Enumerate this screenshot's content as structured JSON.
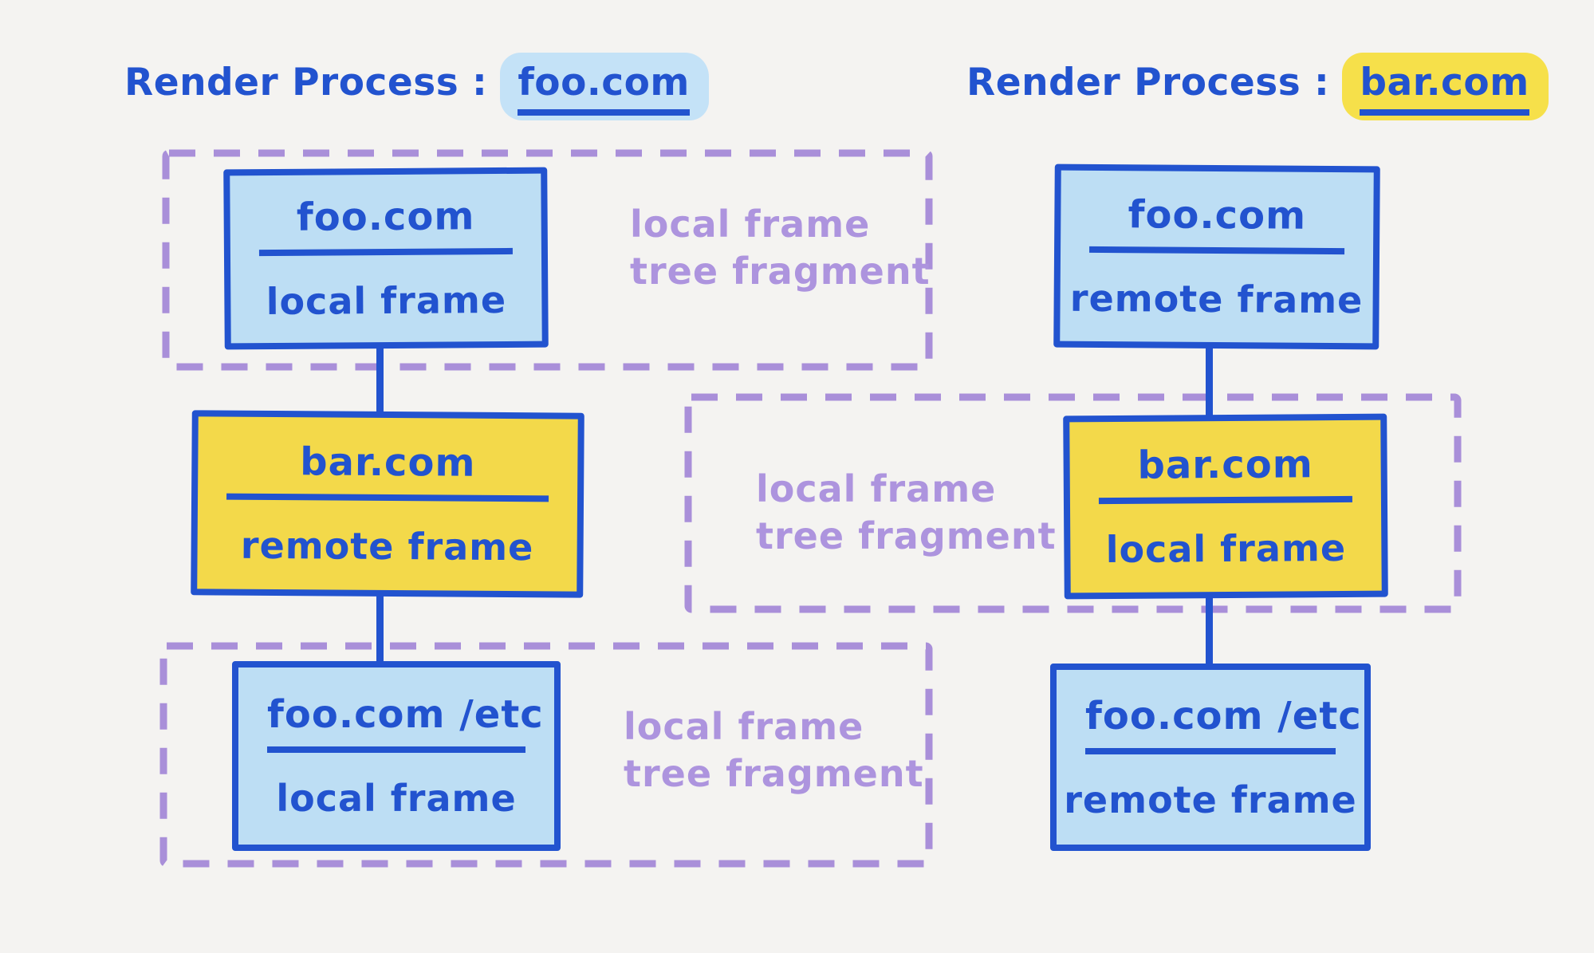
{
  "diagram": {
    "colors": {
      "background": "#f4f3f1",
      "ink_blue": "#2253cf",
      "light_blue": "#bddef4",
      "highlight_blue": "#c4e2f7",
      "yellow": "#f3d94a",
      "highlight_yellow": "#f6e04a",
      "purple": "#a98fd9",
      "purple_text": "#ad94de"
    },
    "left": {
      "title": {
        "prefix": "Render Process :",
        "domain": "foo.com"
      },
      "nodes": [
        {
          "domain": "foo.com",
          "frame_type": "local frame"
        },
        {
          "domain": "bar.com",
          "frame_type": "remote frame"
        },
        {
          "domain": "foo.com /etc",
          "frame_type": "local frame"
        }
      ],
      "fragments": [
        {
          "line1": "local frame",
          "line2": "tree fragment"
        },
        {
          "line1": "local frame",
          "line2": "tree fragment"
        }
      ]
    },
    "right": {
      "title": {
        "prefix": "Render Process :",
        "domain": "bar.com"
      },
      "nodes": [
        {
          "domain": "foo.com",
          "frame_type": "remote frame"
        },
        {
          "domain": "bar.com",
          "frame_type": "local frame"
        },
        {
          "domain": "foo.com /etc",
          "frame_type": "remote frame"
        }
      ],
      "fragments": [
        {
          "line1": "local frame",
          "line2": "tree fragment"
        }
      ]
    }
  }
}
